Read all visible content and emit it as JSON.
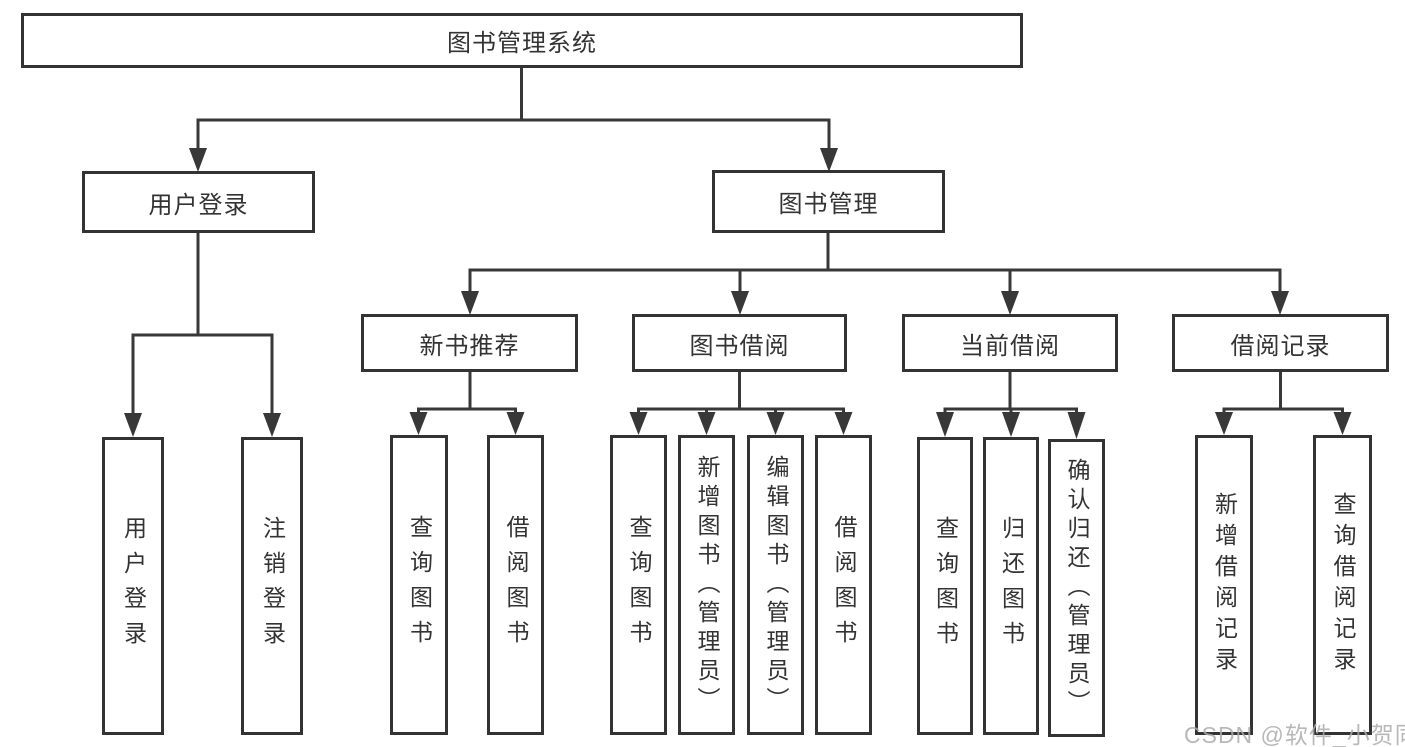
{
  "diagram": {
    "title": "图书管理系统",
    "nodes": {
      "root": "图书管理系统",
      "user_login": "用户登录",
      "book_mgmt": "图书管理",
      "new_books": "新书推荐",
      "book_borrow": "图书借阅",
      "current_borrow": "当前借阅",
      "borrow_records": "借阅记录",
      "leaf_user_login": "用户登录",
      "leaf_logout": "注销登录",
      "leaf_nb_query": "查询图书",
      "leaf_nb_borrow": "借阅图书",
      "leaf_bb_query": "查询图书",
      "leaf_bb_add": "新增图书（管理员）",
      "leaf_bb_edit": "编辑图书（管理员）",
      "leaf_bb_borrow": "借阅图书",
      "leaf_cb_query": "查询图书",
      "leaf_cb_return": "归还图书",
      "leaf_cb_confirm": "确认归还（管理员）",
      "leaf_br_add": "新增借阅记录",
      "leaf_br_query": "查询借阅记录"
    },
    "colors": {
      "line": "#383838",
      "border": "#333333",
      "text": "#333333",
      "watermark": "#acacac"
    }
  },
  "watermark": "CSDN @软件_小贺同学"
}
